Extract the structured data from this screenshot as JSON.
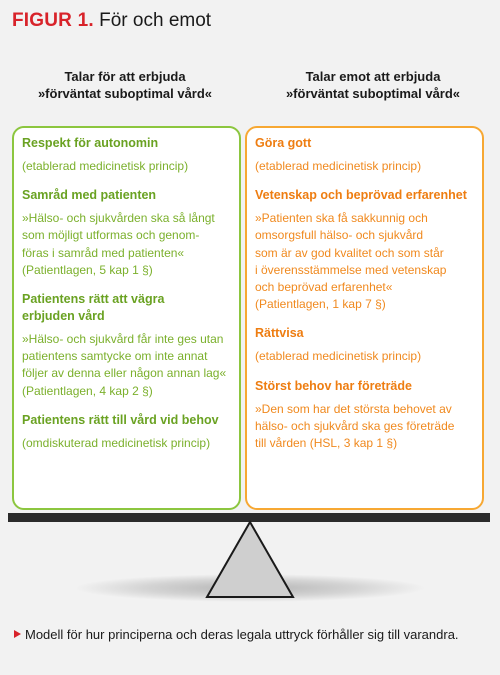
{
  "figure": {
    "label": "FIGUR 1.",
    "title": "För och emot"
  },
  "columns": {
    "left": {
      "heading": [
        "Talar för att erbjuda",
        "»förväntat suboptimal vård«"
      ],
      "sections": [
        {
          "title": [
            "Respekt för autonomin"
          ],
          "lines": [
            "(etablerad medicinetisk princip)"
          ]
        },
        {
          "title": [
            "Samråd med patienten"
          ],
          "lines": [
            "»Hälso- och sjukvården ska så långt",
            "som möjligt utformas och genom-",
            "föras i samråd med patienten«",
            "(Patientlagen, 5 kap 1 §)"
          ]
        },
        {
          "title": [
            "Patientens rätt att vägra",
            "erbjuden vård"
          ],
          "lines": [
            "»Hälso- och sjukvård får inte ges utan",
            "patientens samtycke om inte annat",
            "följer av denna eller någon annan lag«",
            "(Patientlagen, 4 kap 2 §)"
          ]
        },
        {
          "title": [
            "Patientens rätt till vård vid behov"
          ],
          "lines": [
            "(omdiskuterad medicinetisk princip)"
          ]
        }
      ]
    },
    "right": {
      "heading": [
        "Talar emot att erbjuda",
        "»förväntat suboptimal vård«"
      ],
      "sections": [
        {
          "title": [
            "Göra gott"
          ],
          "lines": [
            "(etablerad medicinetisk princip)"
          ]
        },
        {
          "title": [
            "Vetenskap och beprövad erfarenhet"
          ],
          "lines": [
            "»Patienten ska få sakkunnig och",
            "omsorgsfull hälso- och sjukvård",
            "som är av god kvalitet och som står",
            "i överensstämmelse med vetenskap",
            "och beprövad erfarenhet«",
            "(Patientlagen, 1 kap 7 §)"
          ]
        },
        {
          "title": [
            "Rättvisa"
          ],
          "lines": [
            "(etablerad medicinetisk princip)"
          ]
        },
        {
          "title": [
            "Störst behov har företräde"
          ],
          "lines": [
            "»Den som har det största behovet av",
            "hälso- och sjukvård ska ges företräde",
            "till vården (HSL, 3 kap 1 §)"
          ]
        }
      ]
    }
  },
  "caption": "Modell för hur principerna och deras legala uttryck förhåller sig till varandra.",
  "colors": {
    "label_red": "#d8232a",
    "green": "#8cc63f",
    "orange": "#f7a833"
  }
}
